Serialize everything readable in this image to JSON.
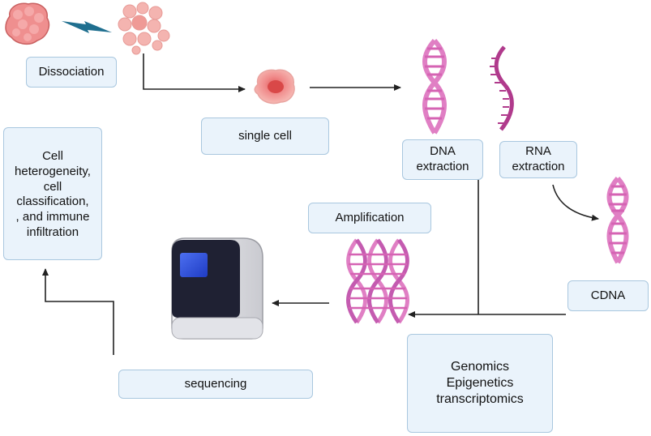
{
  "labels": {
    "dissociation": "Dissociation",
    "single_cell": "single cell",
    "dna_extraction": "DNA\nextraction",
    "rna_extraction": "RNA\nextraction",
    "cdna": "CDNA",
    "amplification": "Amplification",
    "sequencing": "sequencing",
    "cell_heterogeneity": "Cell\nheterogeneity,\ncell\nclassification,\n, and immune\ninfiltration",
    "omics": "Genomics\nEpigenetics\ntranscriptomics"
  },
  "colors": {
    "box_fill": "#eaf3fb",
    "box_border": "#a9c7df",
    "arrow": "#222222",
    "dna_pink": "#e07fc4",
    "dna_magenta": "#b03a8c",
    "cell_pink": "#f2a0a0",
    "lightning": "#1f6f8f"
  },
  "icons": [
    "tissue-icon",
    "lightning-icon",
    "dissociated-cells-icon",
    "single-cell-icon",
    "dna-icon",
    "rna-icon",
    "amplified-dna-icon",
    "sequencer-icon"
  ]
}
